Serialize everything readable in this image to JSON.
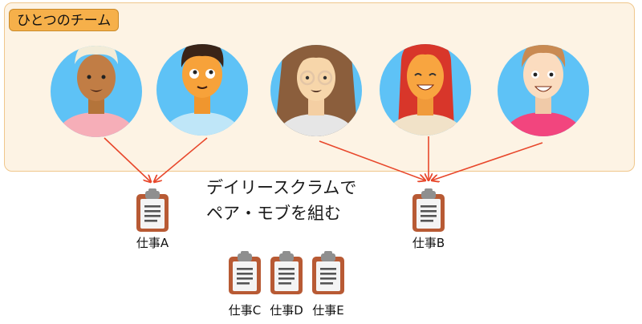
{
  "team": {
    "label": "ひとつのチーム"
  },
  "caption": {
    "line1": "デイリースクラムで",
    "line2": "ペア・モブを組む"
  },
  "tasks": {
    "a": "仕事A",
    "b": "仕事B",
    "c": "仕事C",
    "d": "仕事D",
    "e": "仕事E"
  },
  "colors": {
    "team_fill": "#fdf3e4",
    "team_border": "#f0c78c",
    "badge_fill": "#f6b04a",
    "avatar_bg": "#5ec2f6",
    "arrow": "#e8472b",
    "clipboard_fill": "#b85a34",
    "paper": "#f4f4f4",
    "clip": "#8f8f8f"
  },
  "avatar_icons": [
    "person-blonde-pink-icon",
    "person-curly-black-hair-icon",
    "person-glasses-brown-hair-icon",
    "person-red-hair-icon",
    "person-light-brown-hair-icon"
  ],
  "task_icon": "clipboard-icon"
}
